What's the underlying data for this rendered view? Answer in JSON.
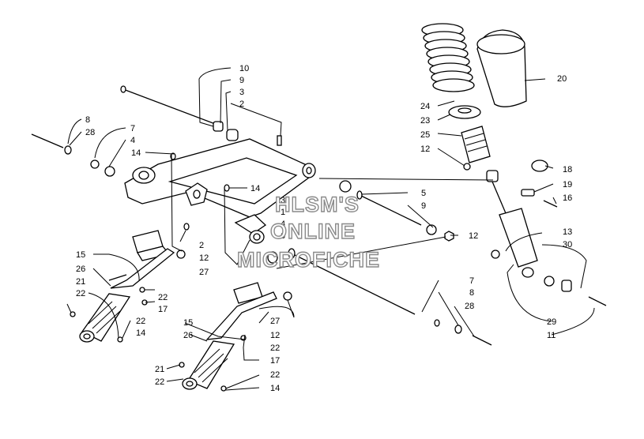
{
  "watermark": {
    "line1": "HLSM'S",
    "line2": "ONLINE",
    "line3": "MICROFICHE"
  },
  "callouts": [
    {
      "label": "10"
    },
    {
      "label": "9"
    },
    {
      "label": "3"
    },
    {
      "label": "2"
    },
    {
      "label": "8"
    },
    {
      "label": "28"
    },
    {
      "label": "7"
    },
    {
      "label": "4"
    },
    {
      "label": "14"
    },
    {
      "label": "14"
    },
    {
      "label": "3"
    },
    {
      "label": "1"
    },
    {
      "label": "4"
    },
    {
      "label": "6"
    },
    {
      "label": "2"
    },
    {
      "label": "12"
    },
    {
      "label": "27"
    },
    {
      "label": "15"
    },
    {
      "label": "26"
    },
    {
      "label": "21"
    },
    {
      "label": "22"
    },
    {
      "label": "22"
    },
    {
      "label": "17"
    },
    {
      "label": "22"
    },
    {
      "label": "14"
    },
    {
      "label": "15"
    },
    {
      "label": "26"
    },
    {
      "label": "27"
    },
    {
      "label": "12"
    },
    {
      "label": "22"
    },
    {
      "label": "17"
    },
    {
      "label": "21"
    },
    {
      "label": "22"
    },
    {
      "label": "22"
    },
    {
      "label": "14"
    },
    {
      "label": "5"
    },
    {
      "label": "9"
    },
    {
      "label": "12"
    },
    {
      "label": "7"
    },
    {
      "label": "8"
    },
    {
      "label": "28"
    },
    {
      "label": "20"
    },
    {
      "label": "24"
    },
    {
      "label": "23"
    },
    {
      "label": "25"
    },
    {
      "label": "12"
    },
    {
      "label": "18"
    },
    {
      "label": "19"
    },
    {
      "label": "16"
    },
    {
      "label": "13"
    },
    {
      "label": "30"
    },
    {
      "label": "29"
    },
    {
      "label": "11"
    }
  ]
}
